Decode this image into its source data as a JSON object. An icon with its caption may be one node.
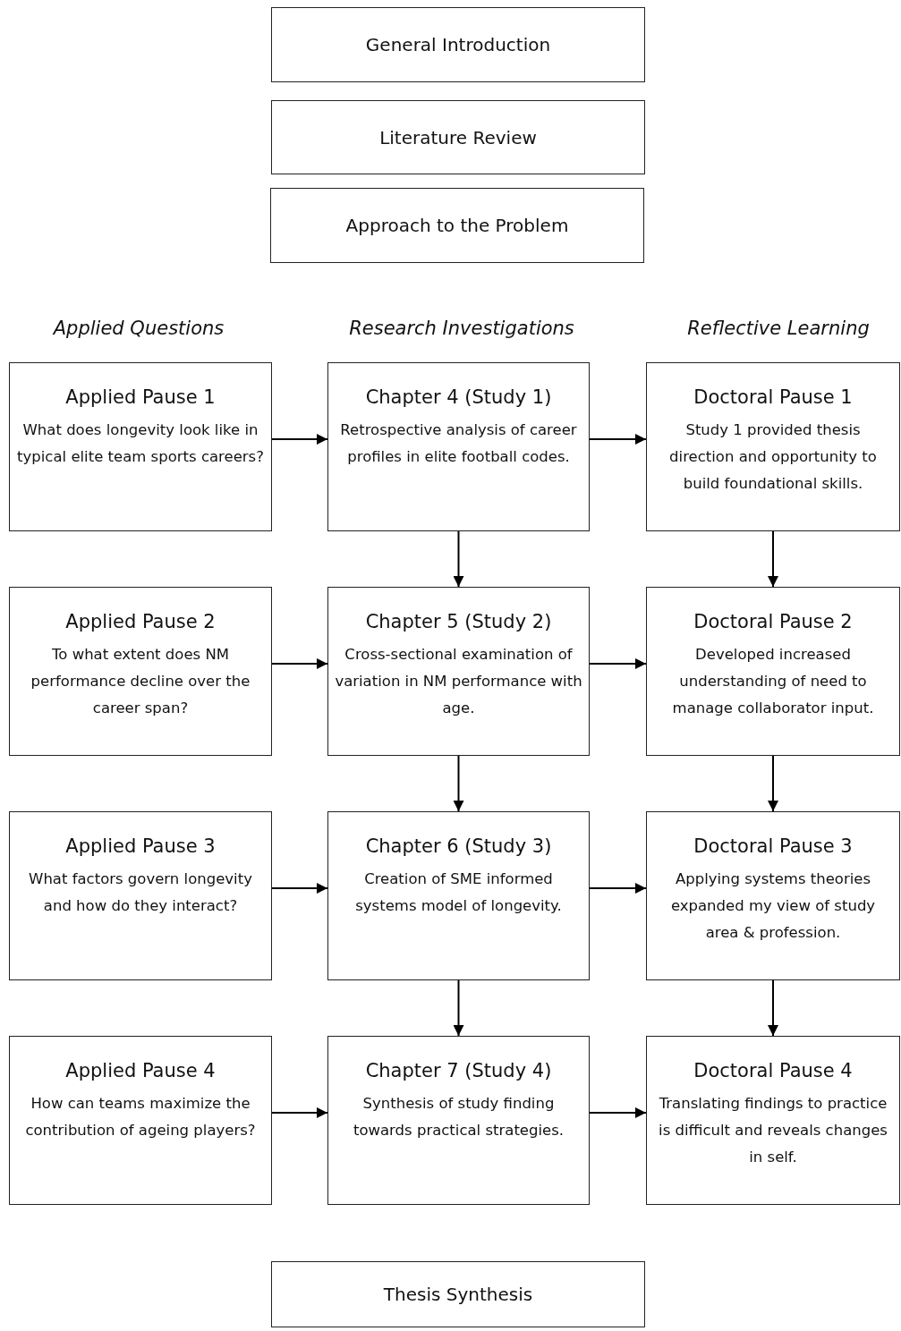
{
  "diagram": {
    "nodes": [
      {
        "text": [
          "General Introduction"
        ]
      },
      {
        "text": [
          "Literature Review"
        ]
      },
      {
        "text": [
          "Approach to the Problem"
        ]
      },
      {
        "text": [
          "Applied Pause 1",
          "What does longevity look like in typical elite team sports careers?"
        ]
      },
      {
        "text": [
          "Chapter 4 (Study 1)",
          "Retrospective analysis of career profiles in elite football codes."
        ]
      },
      {
        "text": [
          "Doctoral Pause 1",
          "Study 1 provided thesis direction and opportunity to build foundational skills."
        ]
      },
      {
        "text": [
          "Applied Pause 2",
          "To what extent does NM performance decline over the career span?"
        ]
      },
      {
        "text": [
          "Chapter 5 (Study 2)",
          "Cross-sectional examination of variation in NM performance with age."
        ]
      },
      {
        "text": [
          "Doctoral Pause 2",
          "Developed increased understanding of need to manage collaborator input."
        ]
      },
      {
        "text": [
          "Applied Pause 3",
          "What factors govern longevity and how do they interact?"
        ]
      },
      {
        "text": [
          "Chapter 6 (Study 3)",
          "Creation of SME informed systems model of longevity."
        ]
      },
      {
        "text": [
          "Doctoral Pause 3",
          "Applying systems theories expanded my view of study area & profession."
        ]
      },
      {
        "text": [
          "Applied Pause 4",
          "How can teams maximize the contribution of ageing players?"
        ]
      },
      {
        "text": [
          "Chapter 7 (Study 4)",
          "Synthesis of study finding towards practical strategies."
        ]
      },
      {
        "text": [
          "Doctoral Pause 4",
          "Translating findings to practice is difficult and reveals changes in self."
        ]
      },
      {
        "text": [
          "Thesis Synthesis"
        ]
      }
    ],
    "edges": [
      {
        "from": 3,
        "to": 4,
        "arrow": "to"
      },
      {
        "from": 4,
        "to": 5,
        "arrow": "to"
      },
      {
        "from": 4,
        "to": 7,
        "arrow": "to"
      },
      {
        "from": 5,
        "to": 8,
        "arrow": "to"
      },
      {
        "from": 6,
        "to": 7,
        "arrow": "to"
      },
      {
        "from": 7,
        "to": 8,
        "arrow": "to"
      },
      {
        "from": 7,
        "to": 10,
        "arrow": "to"
      },
      {
        "from": 8,
        "to": 11,
        "arrow": "to"
      },
      {
        "from": 9,
        "to": 10,
        "arrow": "to"
      },
      {
        "from": 10,
        "to": 11,
        "arrow": "to"
      },
      {
        "from": 10,
        "to": 13,
        "arrow": "to"
      },
      {
        "from": 11,
        "to": 14,
        "arrow": "to"
      },
      {
        "from": 12,
        "to": 13,
        "arrow": "to"
      },
      {
        "from": 13,
        "to": 14,
        "arrow": "to"
      }
    ],
    "labels": [
      "Applied Questions",
      "Research Investigations",
      "Reflective Learning"
    ]
  }
}
